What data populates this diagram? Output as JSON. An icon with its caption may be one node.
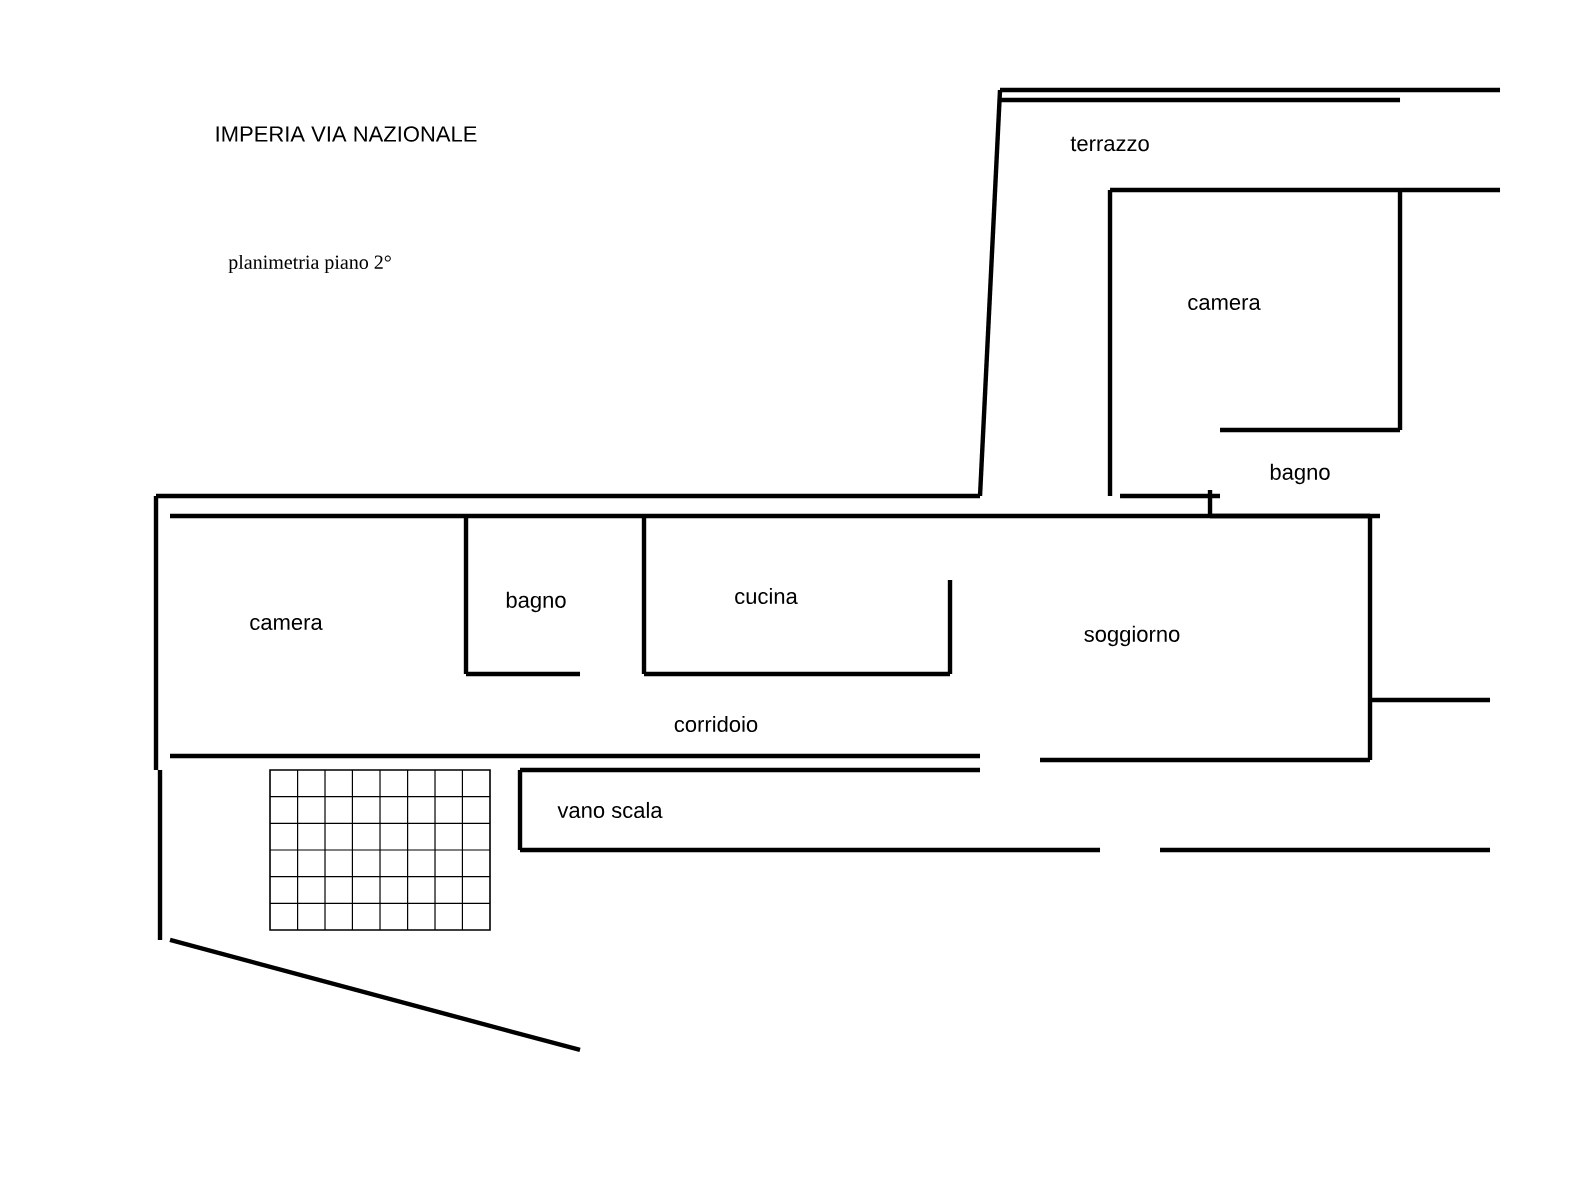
{
  "diagram": {
    "title": "IMPERIA VIA NAZIONALE",
    "labels": [
      "planimetria piano 2°",
      "terrazzo",
      "camera",
      "bagno",
      "camera",
      "bagno",
      "cucina",
      "soggiorno",
      "corridoio",
      "vano scala"
    ]
  }
}
